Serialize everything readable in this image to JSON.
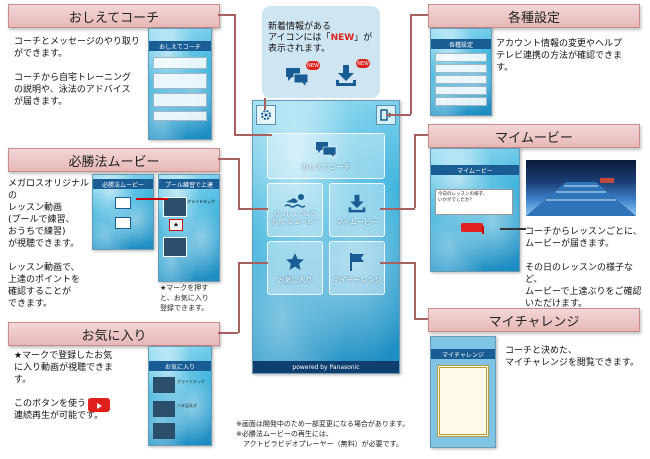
{
  "notice_bubble": {
    "text": "新着情報がある\nアイコンには「NEW」が\n表示されます。",
    "new_badge": "NEW"
  },
  "sections": {
    "coach": {
      "header": "おしえてコーチ",
      "desc": "コーチとメッセージのやり取り\nができます。\n\nコーチから自宅トレーニング\nの説明や、泳法のアドバイス\nが届きます。"
    },
    "movie": {
      "header": "必勝法ムービー",
      "desc": "メガロスオリジナルの\nレッスン動画\n(プールで練習、\nおうちで練習)\nが視聴できます。\n\nレッスン動画で、\n上達のポイントを\n確認することが\nできます。",
      "callout": "★マークを押す\nと、お気に入り\n登録できます。"
    },
    "favorite": {
      "header": "お気に入り",
      "desc": "★マークで登録したお気\nに入り動画が視聴できま\nす。\n\nこのボタンを使うと、\n連続再生が可能です。"
    },
    "settings": {
      "header": "各種設定",
      "desc": "アカウント情報の変更やヘルプ\nテレビ連携の方法が確認できま\nす。"
    },
    "my_movie": {
      "header": "マイムービー",
      "desc": "コーチからレッスンごとに、\nムービーが届きます。\n\nその日のレッスンの様子など、\nムービーで上達ぶりをご確認\nいただけます。"
    },
    "my_challenge": {
      "header": "マイチャレンジ",
      "desc": "コーチと決めた、\nマイチャレンジを閲覧できます。"
    }
  },
  "main_phone": {
    "tiles": [
      "おしえてコーチ",
      "ひっしょうほう\n必 勝 法 ムービー",
      "マイムービー",
      "お気に入り",
      "マイチャレンジ"
    ],
    "footer": "powered by Panasonic"
  },
  "mini_screens": {
    "coach_title": "おしえてコーチ",
    "settings_title": "各種設定",
    "movie_title": "必勝法ムービー",
    "movie_detail_title": "プール練習で上達",
    "favorite_title": "お気に入り",
    "my_movie_title": "マイムービー",
    "my_movie_msg": "今日のレッスンの様子、\nいかがでしたか？",
    "challenge_title": "マイチャレンジ",
    "item_labels": [
      "グライドキック",
      "バタ足泳ぎ"
    ]
  },
  "footnote": "※画面は開発中のため一部変更になる場合があります。\n※必勝法ムービーの再生には、\n　アクトビラビデオプレーヤー（無料）が必要です。",
  "colors": {
    "header_bg": "#e7b8b8",
    "accent_blue": "#1a5d94",
    "new_red": "#e0201c"
  }
}
